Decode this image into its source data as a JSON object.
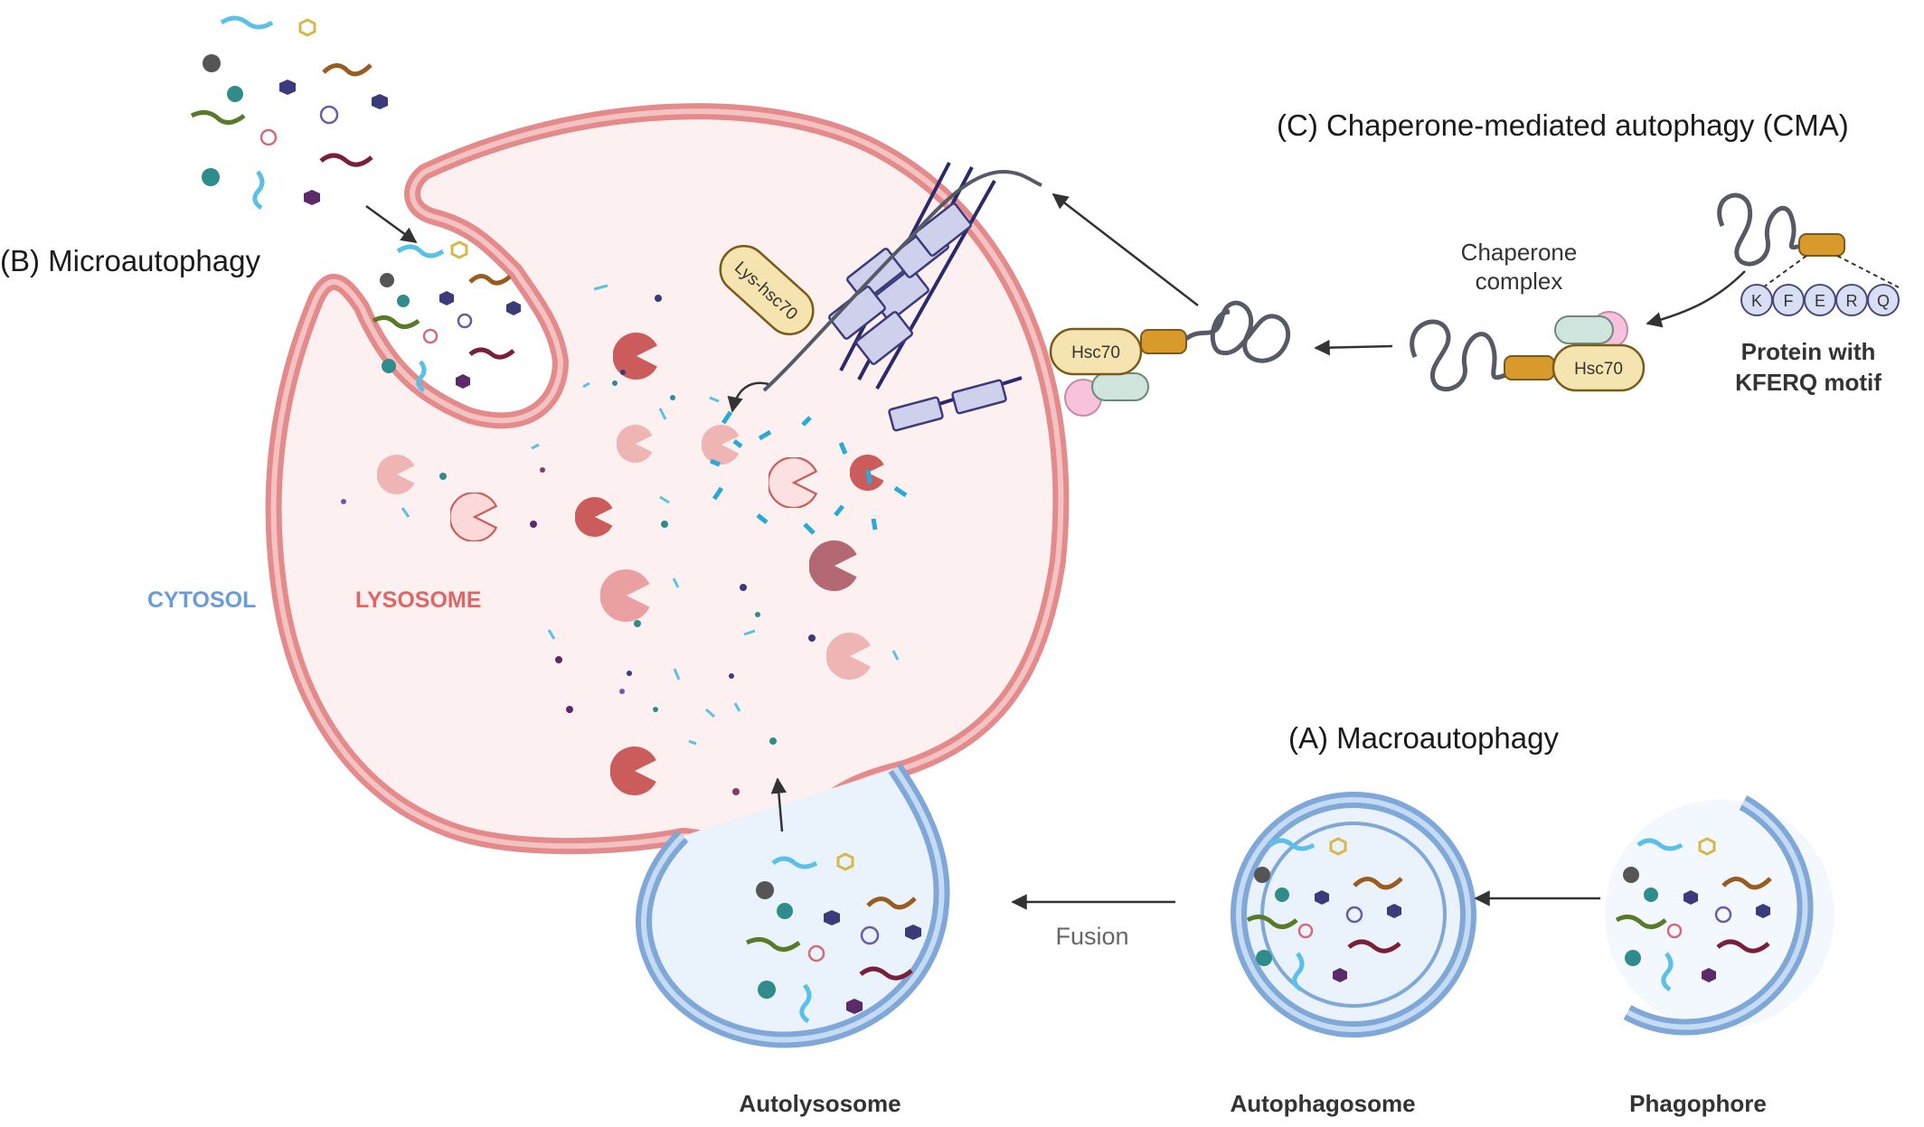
{
  "headings": {
    "macro": "(A) Macroautophagy",
    "micro": "(B) Microautophagy",
    "cma": "(C) Chaperone-mediated autophagy (CMA)"
  },
  "regions": {
    "cytosol": "CYTOSOL",
    "lysosome": "LYSOSOME"
  },
  "stages": {
    "autolysosome": "Autolysosome",
    "autophagosome": "Autophagosome",
    "phagophore": "Phagophore",
    "fusion": "Fusion"
  },
  "cma": {
    "chaperone_complex_line1": "Chaperone",
    "chaperone_complex_line2": "complex",
    "hsc70": "Hsc70",
    "lys_hsc70": "Lys-hsc70",
    "protein_line1": "Protein with",
    "protein_line2": "KFERQ motif",
    "motif": [
      "K",
      "F",
      "E",
      "R",
      "Q"
    ]
  },
  "colors": {
    "lysosome_membrane": "#e8a0a0",
    "lysosome_fill": "#fdf0f0",
    "lysosome_text": "#e06666",
    "autophagosome_membrane": "#a9c7ea",
    "cytosol_text": "#6b9bd8",
    "hsc70_fill": "#f5e4b0",
    "motif_fill": "#d8def3"
  }
}
